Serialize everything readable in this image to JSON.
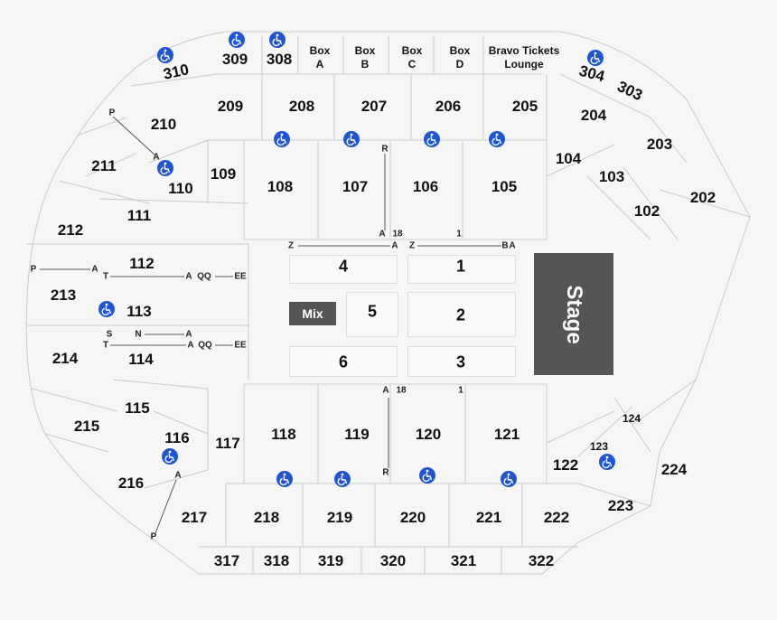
{
  "stage": {
    "label": "Stage"
  },
  "mix": {
    "label": "Mix"
  },
  "boxes": [
    {
      "id": "box-a",
      "line1": "Box",
      "line2": "A"
    },
    {
      "id": "box-b",
      "line1": "Box",
      "line2": "B"
    },
    {
      "id": "box-c",
      "line1": "Box",
      "line2": "C"
    },
    {
      "id": "box-d",
      "line1": "Box",
      "line2": "D"
    }
  ],
  "lounge": {
    "line1": "Bravo Tickets",
    "line2": "Lounge"
  },
  "floor_sections": [
    "4",
    "1",
    "5",
    "2",
    "6",
    "3"
  ],
  "sections_300": [
    "310",
    "309",
    "308",
    "304",
    "303",
    "317",
    "318",
    "319",
    "320",
    "321",
    "322"
  ],
  "sections_200": [
    "209",
    "208",
    "207",
    "206",
    "205",
    "210",
    "204",
    "211",
    "203",
    "202",
    "212",
    "213",
    "214",
    "215",
    "216",
    "217",
    "218",
    "219",
    "220",
    "221",
    "222",
    "223",
    "224"
  ],
  "sections_100": [
    "109",
    "108",
    "107",
    "106",
    "105",
    "110",
    "104",
    "103",
    "102",
    "111",
    "112",
    "113",
    "114",
    "115",
    "116",
    "117",
    "118",
    "119",
    "120",
    "121",
    "122",
    "123",
    "124"
  ],
  "row_labels": [
    "P",
    "A",
    "R",
    "A",
    "18",
    "1",
    "Z",
    "A",
    "Z",
    "B",
    "A",
    "P",
    "A",
    "T",
    "A",
    "QQ",
    "EE",
    "S",
    "N",
    "A",
    "T",
    "A",
    "QQ",
    "EE",
    "A",
    "18",
    "1",
    "R",
    "A",
    "P"
  ],
  "accessibility": {
    "icon": "wheelchair-icon",
    "color": "#1f55d3"
  },
  "colors": {
    "stage": "#555555",
    "mix": "#555555",
    "background": "#f6f6f6",
    "text": "#111111"
  }
}
